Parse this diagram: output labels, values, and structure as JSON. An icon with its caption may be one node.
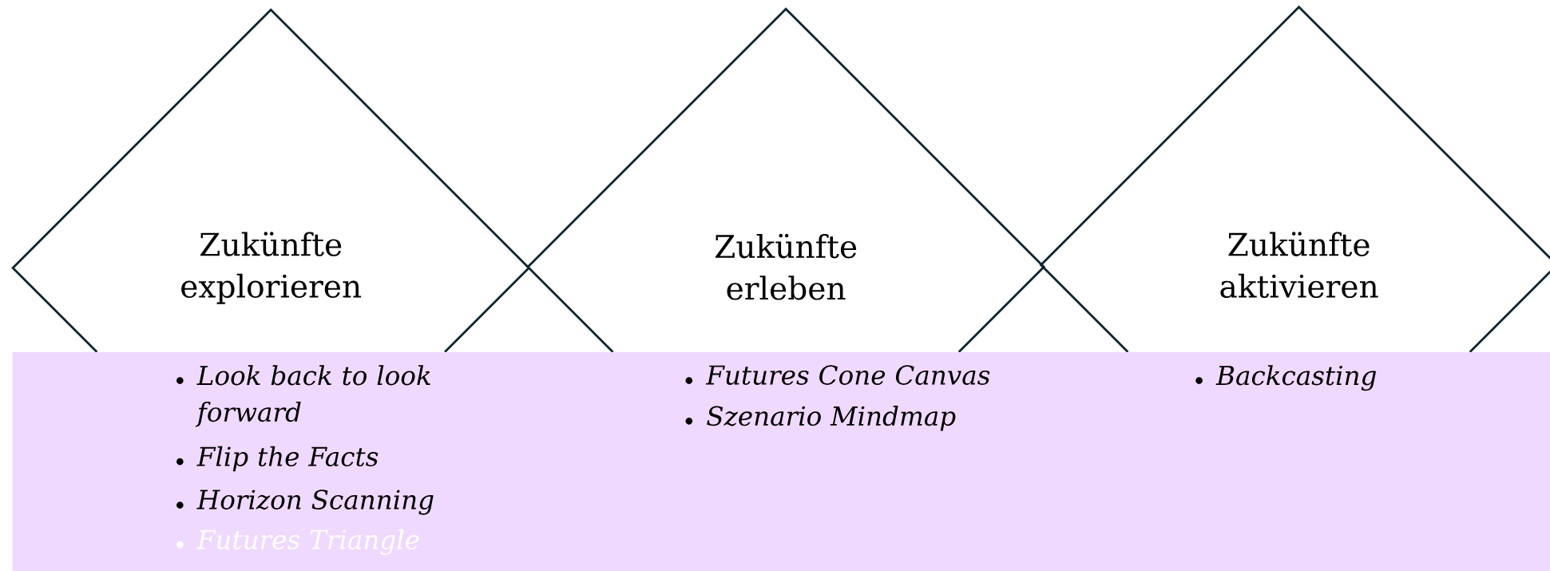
{
  "diagram": {
    "nodes": [
      {
        "text": [
          "Zukünfte explorieren"
        ]
      },
      {
        "text": [
          "Zukünfte erleben"
        ]
      },
      {
        "text": [
          "Zukünfte aktivieren"
        ]
      },
      {
        "text": [
          "Look back to look forward",
          "Flip the Facts",
          "Horizon Scanning",
          "Futures Triangle",
          "Futures Cone Canvas",
          "Szenario Mindmap",
          "Backcasting"
        ]
      }
    ]
  }
}
